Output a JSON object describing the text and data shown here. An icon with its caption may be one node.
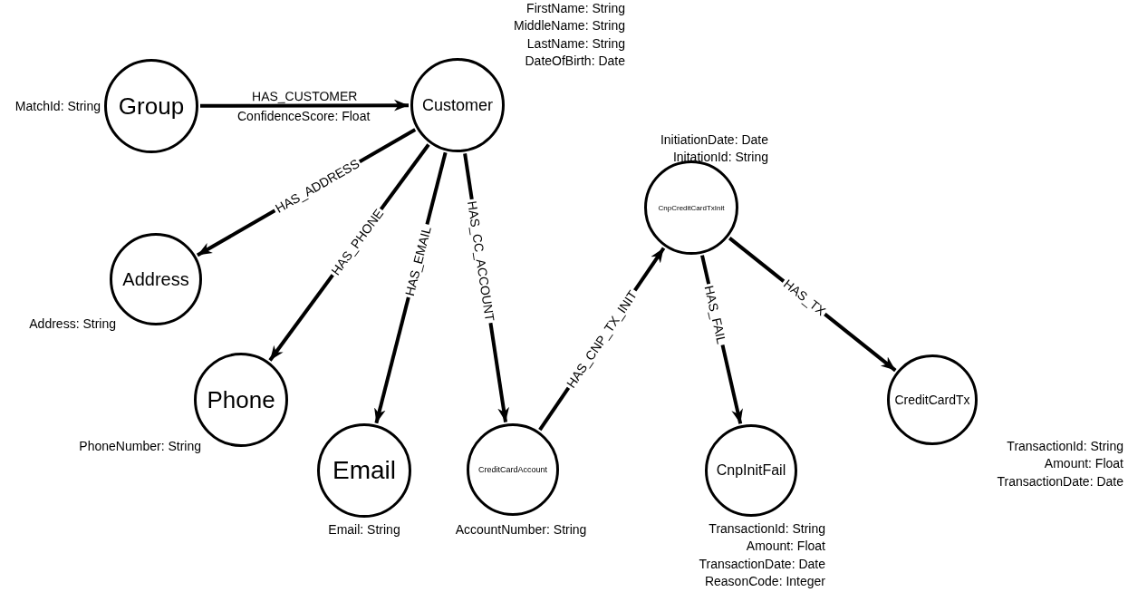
{
  "diagram": {
    "nodes": [
      {
        "text": [
          "Group"
        ],
        "beside": [
          "MatchId: String"
        ]
      },
      {
        "text": [
          "Customer"
        ],
        "beside": [
          "FirstName: String",
          "MiddleName: String",
          "LastName: String",
          "DateOfBirth: Date"
        ]
      },
      {
        "text": [
          "Address"
        ],
        "beside": [
          "Address: String"
        ]
      },
      {
        "text": [
          "Phone"
        ],
        "beside": [
          "PhoneNumber: String"
        ]
      },
      {
        "text": [
          "Email"
        ],
        "beside": [
          "Email: String"
        ]
      },
      {
        "text": [
          "CreditCardAccount"
        ],
        "beside": [
          "AccountNumber: String"
        ]
      },
      {
        "text": [
          "CnpCreditCardTxInit"
        ],
        "beside": [
          "InitiationDate: Date",
          "InitationId: String"
        ]
      },
      {
        "text": [
          "CnpInitFail"
        ],
        "beside": [
          "TransactionId: String",
          "Amount: Float",
          "TransactionDate: Date",
          "ReasonCode: Integer"
        ]
      },
      {
        "text": [
          "CreditCardTx"
        ],
        "beside": [
          "TransactionId: String",
          "Amount: Float",
          "TransactionDate: Date"
        ]
      }
    ],
    "edges": [
      {
        "from": 0,
        "to": 1,
        "arrow": "to",
        "label": "HAS_CUSTOMER"
      },
      {
        "from": 1,
        "to": 2,
        "arrow": "to",
        "label": "HAS_ADDRESS"
      },
      {
        "from": 1,
        "to": 3,
        "arrow": "to",
        "label": "HAS_PHONE"
      },
      {
        "from": 1,
        "to": 4,
        "arrow": "to",
        "label": "HAS_EMAIL"
      },
      {
        "from": 1,
        "to": 5,
        "arrow": "to",
        "label": "HAS_CC_ACCOUNT"
      },
      {
        "from": 5,
        "to": 6,
        "arrow": "to",
        "label": "HAS_CNP_TX_INIT"
      },
      {
        "from": 6,
        "to": 7,
        "arrow": "to",
        "label": "HAS_FAIL"
      },
      {
        "from": 6,
        "to": 8,
        "arrow": "to",
        "label": "HAS_TX"
      }
    ],
    "labels": [
      "ConfidenceScore: Float"
    ]
  }
}
